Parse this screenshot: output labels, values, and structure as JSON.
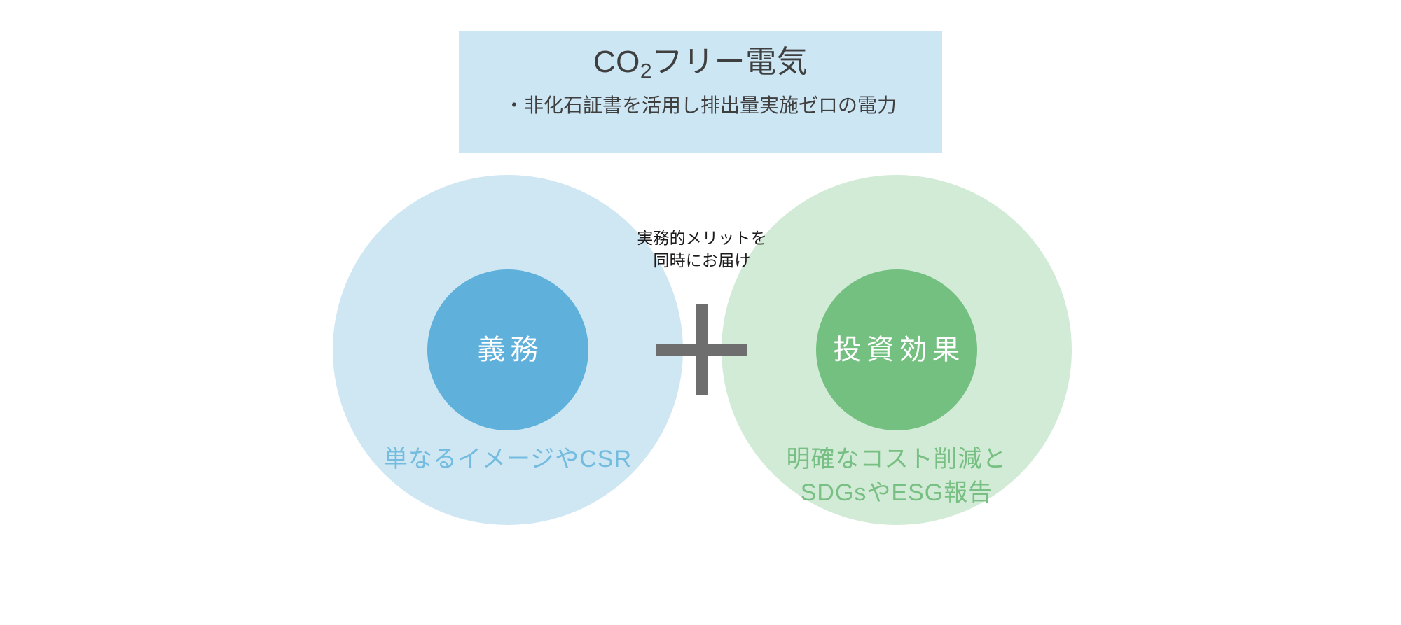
{
  "slide": {
    "background_color": "#ffffff"
  },
  "header": {
    "title_main": "CO",
    "title_subscript": "2",
    "title_rest": "フリー電気",
    "bullet": "・非化石証書を活用し排出量実施ゼロの電力",
    "box_color": "#cde6f4",
    "text_color": "#3f3f3f"
  },
  "diagram": {
    "type": "two-concentric-circles-plus",
    "connector": {
      "icon": "plus-icon",
      "symbol": "+",
      "color": "#6e6e6e"
    },
    "center_note": "実務的メリットを\n同時にお届け",
    "left": {
      "inner_label": "義務",
      "caption": "単なるイメージやCSR",
      "outer_color": "#cfe7f3",
      "inner_color": "#5fb0db",
      "caption_color": "#74bcdf",
      "inner_text_color": "#ffffff"
    },
    "right": {
      "inner_label": "投資効果",
      "caption": "明確なコスト削減と\nSDGsやESG報告",
      "outer_color": "#d2ebd6",
      "inner_color": "#74c080",
      "caption_color": "#77bf82",
      "inner_text_color": "#ffffff"
    }
  }
}
